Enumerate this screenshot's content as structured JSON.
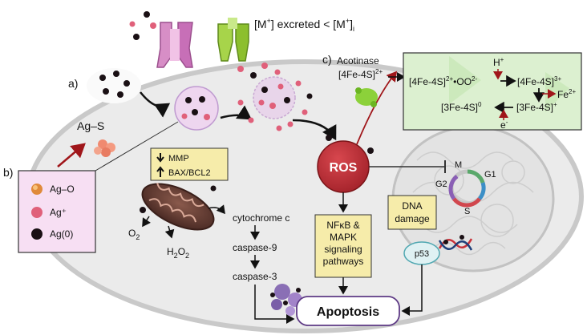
{
  "cell": {
    "excretion": {
      "prefix": "[M",
      "sup1": "+",
      "mid": "] excreted < [M",
      "sup2": "+",
      "end": "]",
      "sub": "i"
    },
    "labels": {
      "a": "a)",
      "b": "b)",
      "c": "c)"
    },
    "ag_s": "Ag–S",
    "legend": [
      {
        "label": "Ag–O",
        "color": "#e08a3a"
      },
      {
        "label": "Ag⁺",
        "color": "#e0607a"
      },
      {
        "label": "Ag(0)",
        "color": "#1a1014"
      }
    ],
    "mito_box": {
      "line1": "MMP",
      "line2": "BAX/BCL2"
    },
    "o2": {
      "main": "O",
      "sub": "2"
    },
    "h2o2": {
      "h": "H",
      "sub1": "2",
      "o": "O",
      "sub2": "2"
    },
    "cascade": [
      "cytochrome c",
      "caspase-9",
      "caspase-3"
    ],
    "ros": "ROS",
    "nfkb": [
      "NFκB &",
      "MAPK",
      "signaling",
      "pathways"
    ],
    "dna_damage": [
      "DNA",
      "damage"
    ],
    "p53": "p53",
    "apoptosis": "Apoptosis",
    "cell_cycle": {
      "m": "M",
      "g1": "G1",
      "g2": "G2",
      "s": "S"
    },
    "aconitase": {
      "title": "Acotinase",
      "formula": "[4Fe-4S]",
      "sup": "2+"
    },
    "fe_cycle": {
      "a": "[4Fe-4S]",
      "a_sup": "2+",
      "a_tail": "•OO",
      "a_tail_sup": "2-",
      "b": "[4Fe-4S]",
      "b_sup": "3+",
      "c": "[3Fe-4S]",
      "c_sup": "+",
      "d": "[3Fe-4S]",
      "d_sup": "0",
      "h": "H",
      "h_sup": "+",
      "fe": "Fe",
      "fe_sup": "2+",
      "e": "e",
      "e_sup": "-"
    },
    "colors": {
      "ros": "#c8323a",
      "box_yellow": "#f6ecaa",
      "box_green": "#dcf0d0",
      "cell_fill": "#ebebeb",
      "arrow_red": "#a0161a"
    }
  }
}
